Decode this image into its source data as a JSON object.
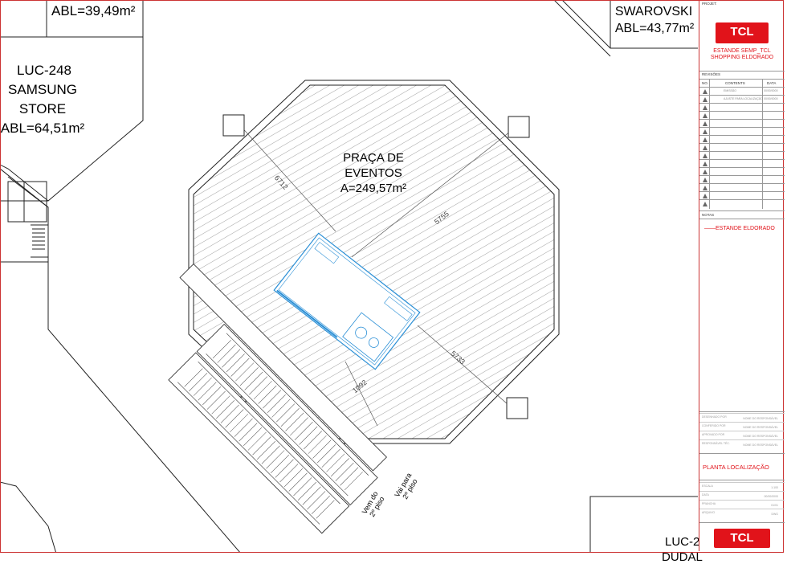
{
  "labels": {
    "abl_top": "ABL=39,49m²",
    "luc248_code": "LUC-248",
    "luc248_name1": "SAMSUNG",
    "luc248_name2": "STORE",
    "luc248_abl": "ABL=64,51m²",
    "swarovski_name": "SWAROVSKI",
    "swarovski_abl": "ABL=43,77m²",
    "plaza_line1": "PRAÇA DE",
    "plaza_line2": "EVENTOS",
    "plaza_area": "A=249,57m²",
    "escalator_down": "Vem do",
    "escalator_down2": "2º piso",
    "escalator_up": "Vai para",
    "escalator_up2": "2º piso",
    "luc_bottom_code": "LUC-2",
    "luc_bottom_name": "DUDAL"
  },
  "dimensions": [
    "6712",
    "5755",
    "5733",
    "1092"
  ],
  "title_block": {
    "projeto_label": "PROJET:",
    "logo_text": "TCL",
    "project_name_1": "ESTANDE SEMP_TCL",
    "project_name_2": "SHOPPING ELDORADO",
    "revisoes_label": "REVISÕES",
    "col_no": "NO.",
    "col_contents": "CONTENTS",
    "col_data": "DATA",
    "rev_entries": [
      {
        "text": "EMISSÃO",
        "date": "00/00/0000"
      },
      {
        "text": "AJUSTE PARA LOCALIZAÇÃO",
        "date": "00/00/0000"
      }
    ],
    "notas_label": "NOTAS",
    "notas_text": "ESTANDE ELDORADO",
    "drawing_title": "PLANTA LOCALIZAÇÃO",
    "meta_rows": [
      {
        "k": "DESENHADO POR",
        "v": "NOME DO RESPONSÁVEL"
      },
      {
        "k": "CONFERIDO POR",
        "v": "NOME DO RESPONSÁVEL"
      },
      {
        "k": "APROVADO POR",
        "v": "NOME DO RESPONSÁVEL"
      },
      {
        "k": "RESPONSÁVEL TÉC.",
        "v": "NOME DO RESPONSÁVEL"
      }
    ],
    "bottom_rows": [
      {
        "k": "ESCALA",
        "v": "1:100"
      },
      {
        "k": "DATA",
        "v": "00/00/0000"
      },
      {
        "k": "PRANCHA",
        "v": "01/01"
      },
      {
        "k": "ARQUIVO",
        "v": "DWG"
      }
    ],
    "logo_text_bottom": "TCL"
  },
  "colors": {
    "border_red": "#cc3333",
    "stand_blue": "#2a8fd6",
    "tcl_red": "#e1131a"
  }
}
